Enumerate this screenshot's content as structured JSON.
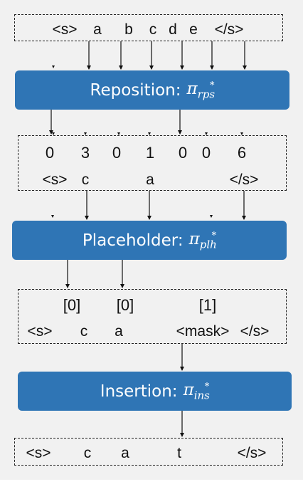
{
  "input": {
    "tokens": [
      "<s>",
      "a",
      "b",
      "c",
      "d",
      "e",
      "</s>"
    ]
  },
  "reposition": {
    "label": "Reposition:",
    "symbol": "π",
    "sub": "rps",
    "sup": "*"
  },
  "rps_output": {
    "indices": [
      "0",
      "3",
      "0",
      "1",
      "0",
      "0",
      "6"
    ],
    "tokens": [
      "<s>",
      "c",
      "a",
      "</s>"
    ]
  },
  "placeholder": {
    "label": "Placeholder:",
    "symbol": "π",
    "sub": "plh",
    "sup": "*"
  },
  "plh_output": {
    "counts": [
      "[0]",
      "[0]",
      "[1]"
    ],
    "tokens": [
      "<s>",
      "c",
      "a",
      "<mask>",
      "</s>"
    ]
  },
  "insertion": {
    "label": "Insertion:",
    "symbol": "π",
    "sub": "ins",
    "sup": "*"
  },
  "final": {
    "tokens": [
      "<s>",
      "c",
      "a",
      "t",
      "</s>"
    ]
  }
}
